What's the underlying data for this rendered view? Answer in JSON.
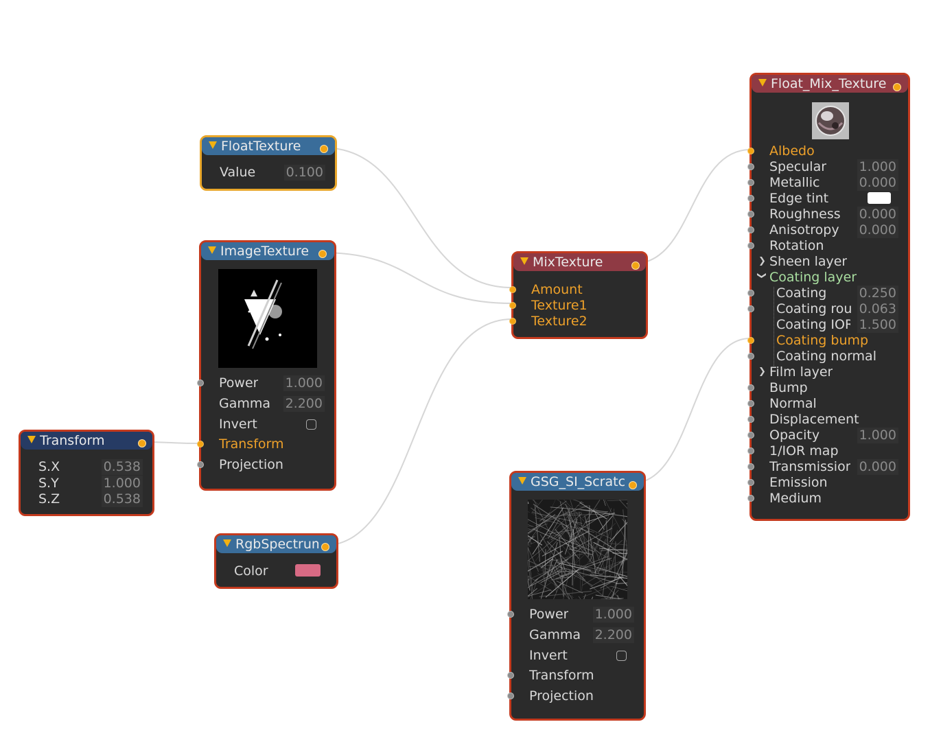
{
  "colors": {
    "node_border": "#c43a1e",
    "selected_border": "#e9a72b",
    "header_blue": "#3a6d9a",
    "header_navy": "#263b64",
    "header_red": "#8f3a44",
    "port_connected": "#f2a414",
    "port_unconnected": "#8d8d8d",
    "wire": "#d6d6d6",
    "edge_tint_swatch": "#ffffff",
    "rgb_color_swatch": "#d86a84"
  },
  "nodes": {
    "float_texture": {
      "title": "FloatTexture",
      "value_label": "Value",
      "value": "0.100"
    },
    "image_texture": {
      "title": "ImageTexture",
      "power_label": "Power",
      "power": "1.000",
      "gamma_label": "Gamma",
      "gamma": "2.200",
      "invert_label": "Invert",
      "transform_label": "Transform",
      "projection_label": "Projection"
    },
    "transform": {
      "title": "Transform",
      "sx_label": "S.X",
      "sx": "0.538",
      "sy_label": "S.Y",
      "sy": "1.000",
      "sz_label": "S.Z",
      "sz": "0.538"
    },
    "rgb_spectrum": {
      "title": "RgbSpectrum",
      "color_label": "Color"
    },
    "mix_texture": {
      "title": "MixTexture",
      "amount_label": "Amount",
      "texture1_label": "Texture1",
      "texture2_label": "Texture2"
    },
    "gsg_scratch": {
      "title": "GSG_SI_Scratches",
      "power_label": "Power",
      "power": "1.000",
      "gamma_label": "Gamma",
      "gamma": "2.200",
      "invert_label": "Invert",
      "transform_label": "Transform",
      "projection_label": "Projection"
    },
    "float_mix": {
      "title": "Float_Mix_Texture",
      "albedo": "Albedo",
      "specular": "Specular",
      "specular_val": "1.000",
      "metallic": "Metallic",
      "metallic_val": "0.000",
      "edge_tint": "Edge tint",
      "roughness": "Roughness",
      "roughness_val": "0.000",
      "anisotropy": "Anisotropy",
      "anisotropy_val": "0.000",
      "rotation": "Rotation",
      "sheen_layer": "Sheen layer",
      "coating_layer": "Coating layer",
      "coating": "Coating",
      "coating_val": "0.250",
      "coating_roughness": "Coating roughness",
      "coating_roughness_val": "0.063",
      "coating_ior": "Coating IOR",
      "coating_ior_val": "1.500",
      "coating_bump": "Coating bump",
      "coating_normal": "Coating normal",
      "film_layer": "Film layer",
      "bump": "Bump",
      "normal": "Normal",
      "displacement": "Displacement",
      "opacity": "Opacity",
      "opacity_val": "1.000",
      "ior_map": "1/IOR map",
      "transmission": "Transmission",
      "transmission_val": "0.000",
      "emission": "Emission",
      "medium": "Medium"
    }
  }
}
